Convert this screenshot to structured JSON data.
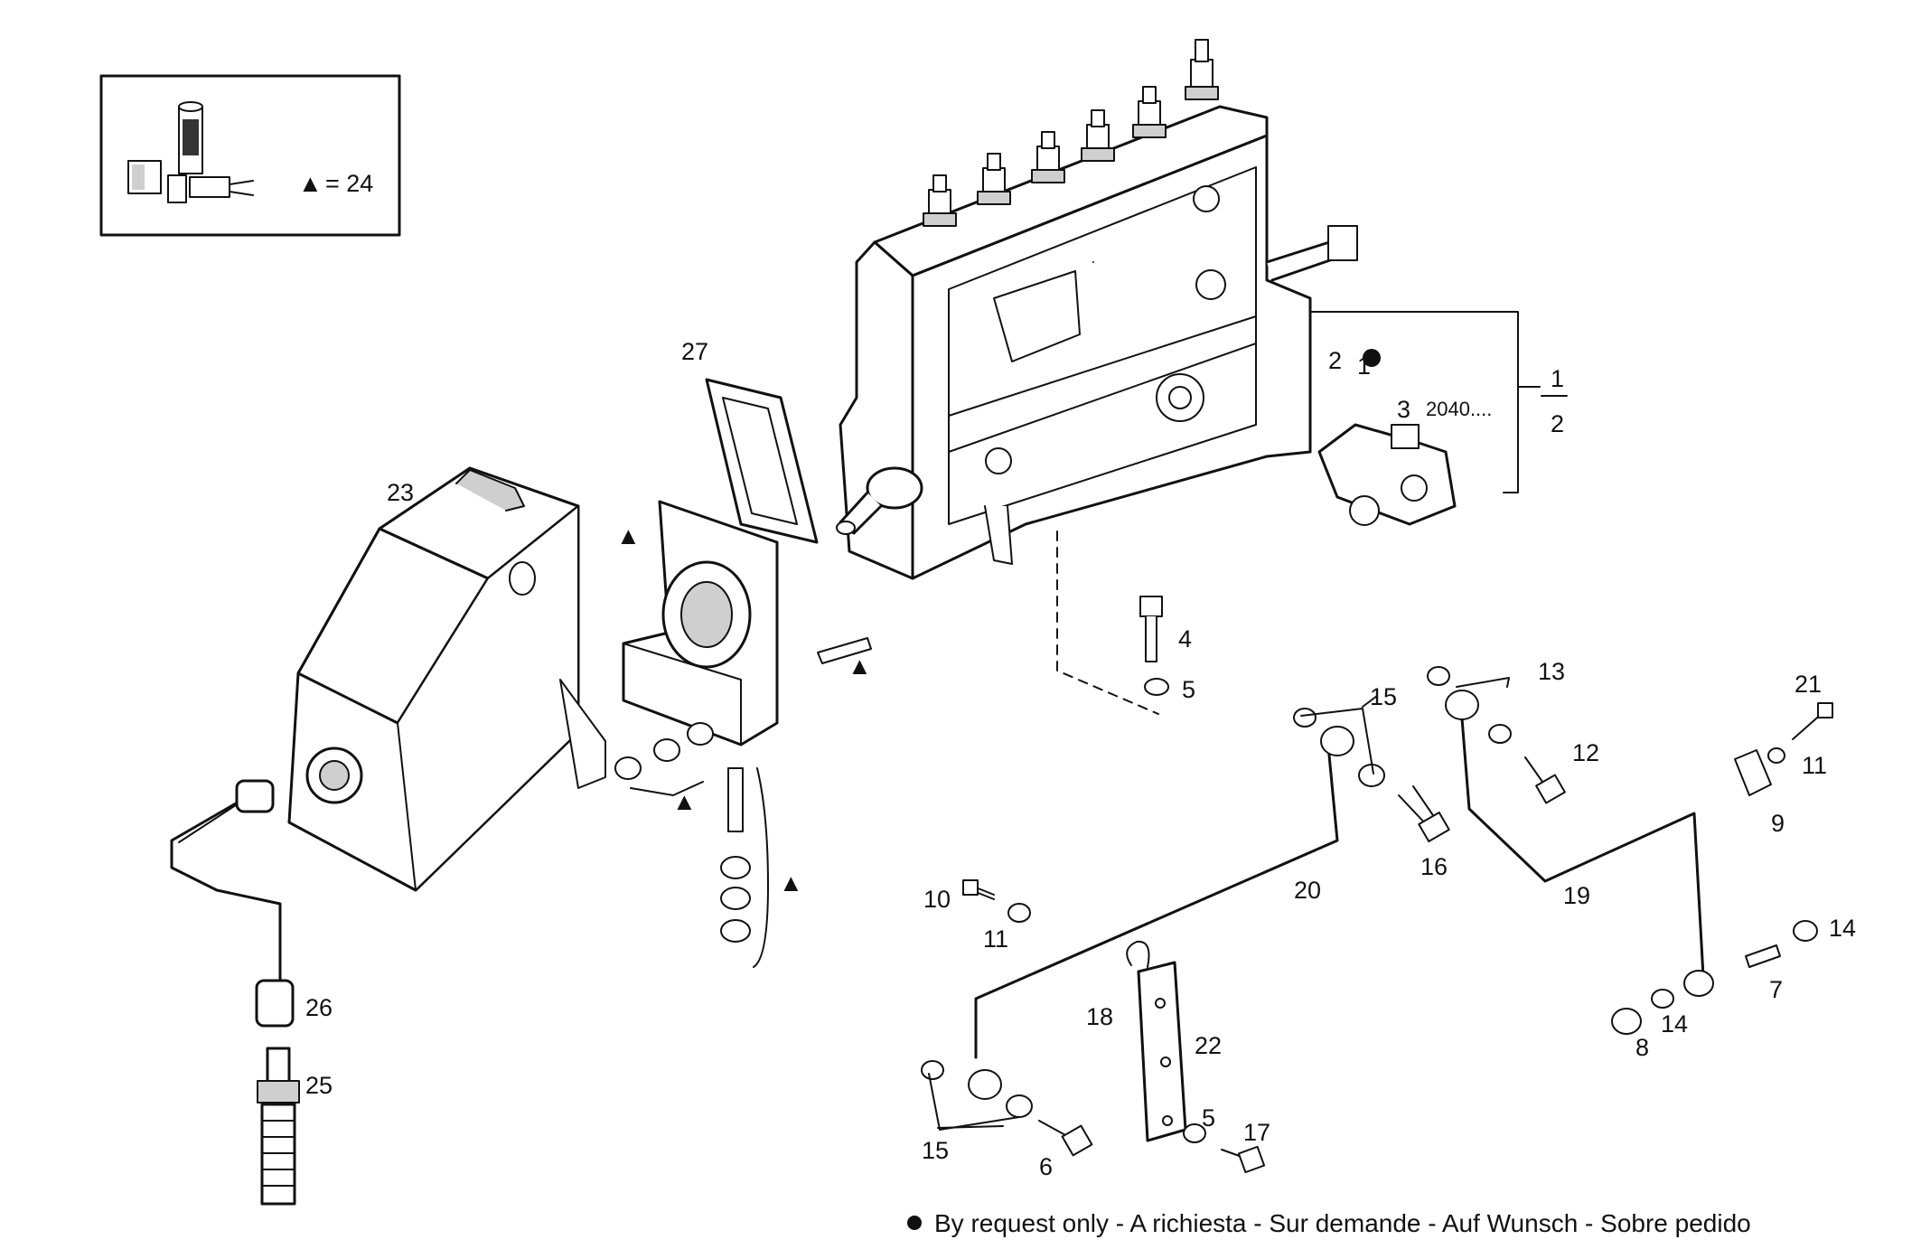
{
  "inset": {
    "symbol": "▲",
    "equals_text": "= 24"
  },
  "callouts": {
    "c1": "1",
    "c2": "2",
    "c2b": "2",
    "c3": "3",
    "c3code": "2040....",
    "c4": "4",
    "c5a": "5",
    "c5b": "5",
    "c6": "6",
    "c7": "7",
    "c8": "8",
    "c9": "9",
    "c10": "10",
    "c11a": "11",
    "c11b": "11",
    "c12": "12",
    "c13": "13",
    "c14a": "14",
    "c14b": "14",
    "c15a": "15",
    "c15b": "15",
    "c16": "16",
    "c17": "17",
    "c18": "18",
    "c19": "19",
    "c20": "20",
    "c21": "21",
    "c22": "22",
    "c23": "23",
    "c25": "25",
    "c26": "26",
    "c27": "27"
  },
  "kit_marker_symbol": "▲",
  "footnote": {
    "text": "By request only - A richiesta - Sur demande - Auf Wunsch - Sobre pedido"
  }
}
